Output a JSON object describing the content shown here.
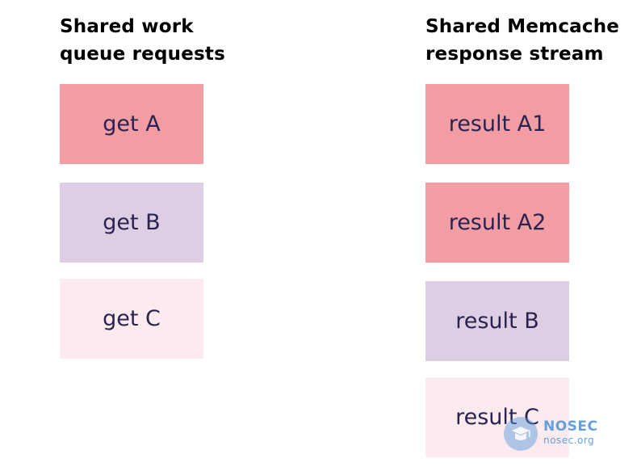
{
  "left_column": {
    "heading_lines": [
      "Shared work",
      "queue requests"
    ],
    "boxes": [
      {
        "label": "get A",
        "color": "#f29da4"
      },
      {
        "label": "get B",
        "color": "#ddcee3"
      },
      {
        "label": "get C",
        "color": "#fbeaee"
      }
    ]
  },
  "right_column": {
    "heading_lines": [
      "Shared Memcache",
      "response stream"
    ],
    "boxes": [
      {
        "label": "result A1",
        "color": "#f29da4"
      },
      {
        "label": "result A2",
        "color": "#f29da4"
      },
      {
        "label": "result B",
        "color": "#ddcee3"
      },
      {
        "label": "result C",
        "color": "#fbeaee"
      }
    ]
  },
  "watermark": {
    "title": "NOSEC",
    "subtitle": "nosec.org",
    "icon": "nosec-logo-icon",
    "color": "#5b9bdd"
  },
  "text_color": "#2a2350"
}
